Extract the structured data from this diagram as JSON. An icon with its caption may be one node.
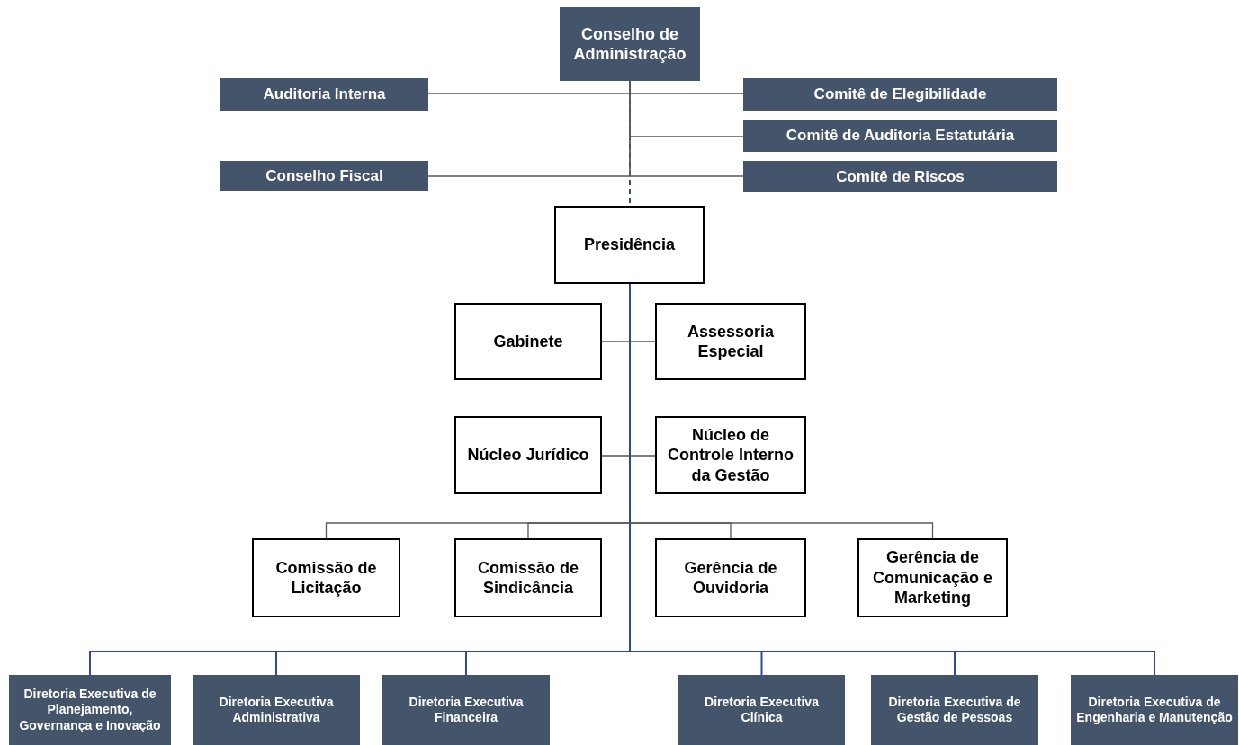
{
  "diagram": {
    "nodes": [
      {
        "text": [
          "Conselho de Administração"
        ]
      },
      {
        "text": [
          "Auditoria Interna"
        ]
      },
      {
        "text": [
          "Comitê de Elegibilidade"
        ]
      },
      {
        "text": [
          "Comitê de Auditoria Estatutária"
        ]
      },
      {
        "text": [
          "Conselho Fiscal"
        ]
      },
      {
        "text": [
          "Comitê de Riscos"
        ]
      },
      {
        "text": [
          "Presidência"
        ]
      },
      {
        "text": [
          "Gabinete"
        ]
      },
      {
        "text": [
          "Assessoria Especial"
        ]
      },
      {
        "text": [
          "Núcleo Jurídico"
        ]
      },
      {
        "text": [
          "Núcleo de Controle Interno da Gestão"
        ]
      },
      {
        "text": [
          "Comissão de Licitação"
        ]
      },
      {
        "text": [
          "Comissão de Sindicância"
        ]
      },
      {
        "text": [
          "Gerência de Ouvidoria"
        ]
      },
      {
        "text": [
          "Gerência de Comunicação e Marketing"
        ]
      },
      {
        "text": [
          "Diretoria Executiva de Planejamento, Governança e Inovação"
        ]
      },
      {
        "text": [
          "Diretoria Executiva Administrativa"
        ]
      },
      {
        "text": [
          "Diretoria Executiva Financeira"
        ]
      },
      {
        "text": [
          "Diretoria Executiva Clínica"
        ]
      },
      {
        "text": [
          "Diretoria Executiva de Gestão de Pessoas"
        ]
      },
      {
        "text": [
          "Diretoria Executiva de Engenharia e Manutenção"
        ]
      }
    ],
    "edges": [
      {
        "from": 0,
        "to": 6,
        "arrow": "none",
        "style": "dashed",
        "color": "#2e4a9e"
      },
      {
        "from": 0,
        "to": 1,
        "arrow": "none"
      },
      {
        "from": 0,
        "to": 2,
        "arrow": "none"
      },
      {
        "from": 0,
        "to": 3,
        "arrow": "none"
      },
      {
        "from": 0,
        "to": 4,
        "arrow": "none"
      },
      {
        "from": 0,
        "to": 5,
        "arrow": "none"
      },
      {
        "from": 6,
        "to": 7,
        "arrow": "none"
      },
      {
        "from": 6,
        "to": 8,
        "arrow": "none"
      },
      {
        "from": 6,
        "to": 9,
        "arrow": "none"
      },
      {
        "from": 6,
        "to": 10,
        "arrow": "none"
      },
      {
        "from": 6,
        "to": 11,
        "arrow": "none"
      },
      {
        "from": 6,
        "to": 12,
        "arrow": "none"
      },
      {
        "from": 6,
        "to": 13,
        "arrow": "none"
      },
      {
        "from": 6,
        "to": 14,
        "arrow": "none"
      },
      {
        "from": 6,
        "to": 15,
        "arrow": "none",
        "color": "#2e4a9e"
      },
      {
        "from": 6,
        "to": 16,
        "arrow": "none",
        "color": "#2e4a9e"
      },
      {
        "from": 6,
        "to": 17,
        "arrow": "none",
        "color": "#2e4a9e"
      },
      {
        "from": 6,
        "to": 18,
        "arrow": "none",
        "color": "#2e4a9e"
      },
      {
        "from": 6,
        "to": 19,
        "arrow": "none",
        "color": "#2e4a9e"
      },
      {
        "from": 6,
        "to": 20,
        "arrow": "none",
        "color": "#2e4a9e"
      }
    ]
  }
}
